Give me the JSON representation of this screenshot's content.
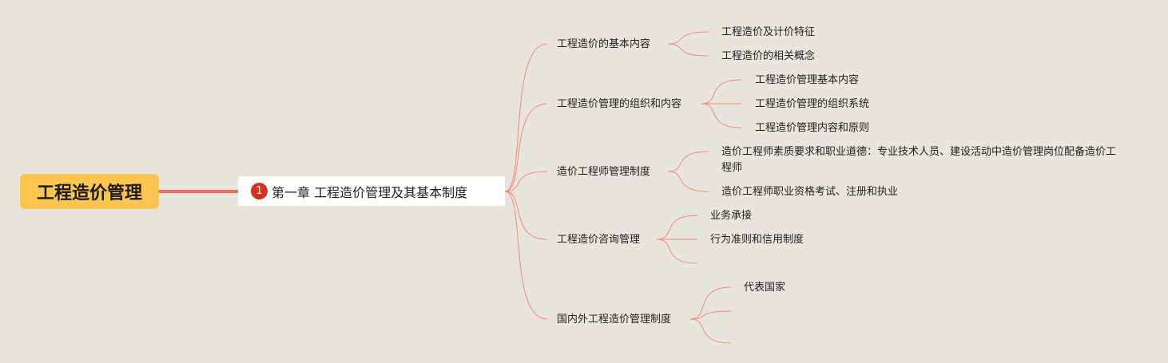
{
  "root": {
    "label": "工程造价管理"
  },
  "chapter": {
    "badge": "1",
    "label": "第一章 工程造价管理及其基本制度"
  },
  "branches": [
    {
      "label": "工程造价的基本内容",
      "children": [
        "工程造价及计价特征",
        "工程造价的相关概念"
      ]
    },
    {
      "label": "工程造价管理的组织和内容",
      "children": [
        "工程造价管理基本内容",
        "工程造价管理的组织系统",
        "工程造价管理内容和原则"
      ]
    },
    {
      "label": "造价工程师管理制度",
      "children": [
        "造价工程师素质要求和职业道德：专业技术人员、建设活动中造价管理岗位配备造价工程师",
        "造价工程师职业资格考试、注册和执业"
      ]
    },
    {
      "label": "工程造价咨询管理",
      "children": [
        "业务承接",
        "行为准则和信用制度",
        ""
      ]
    },
    {
      "label": "国内外工程造价管理制度",
      "children": [
        "代表国家",
        "",
        ""
      ]
    }
  ],
  "colors": {
    "root_bg": "#fcc64f",
    "connector": "#f07060",
    "badge": "#d4311e",
    "background": "#e8e5dc"
  }
}
